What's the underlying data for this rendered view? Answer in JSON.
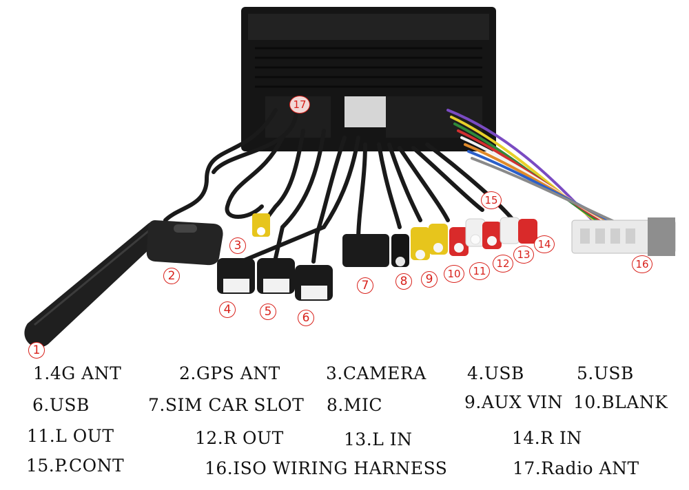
{
  "callouts": {
    "c1": "1",
    "c2": "2",
    "c3": "3",
    "c4": "4",
    "c5": "5",
    "c6": "6",
    "c7": "7",
    "c8": "8",
    "c9": "9",
    "c10": "10",
    "c11": "11",
    "c12": "12",
    "c13": "13",
    "c14": "14",
    "c15": "15",
    "c16": "16",
    "c17": "17"
  },
  "legend": {
    "l1": "1.4G ANT",
    "l2": "2.GPS ANT",
    "l3": "3.CAMERA",
    "l4": "4.USB",
    "l5": "5.USB",
    "l6": "6.USB",
    "l7": "7.SIM CAR SLOT",
    "l8": "8.MIC",
    "l9": "9.AUX VIN",
    "l10": "10.BLANK",
    "l11": "11.L OUT",
    "l12": "12.R OUT",
    "l13": "13.L IN",
    "l14": "14.R IN",
    "l15": "15.P.CONT",
    "l16": "16.ISO WIRING HARNESS",
    "l17": "17.Radio ANT"
  }
}
